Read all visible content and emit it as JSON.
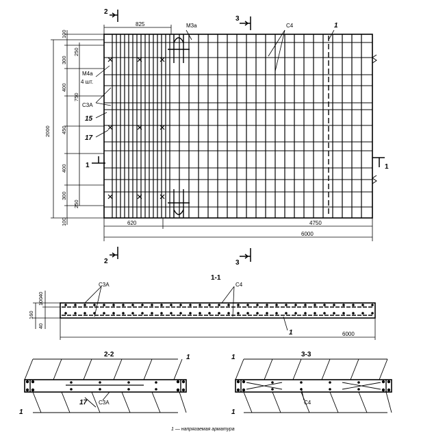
{
  "plan": {
    "sections": {
      "s2": "2",
      "s3": "3",
      "s1": "1"
    },
    "dims_top": {
      "d825": "825",
      "m3a": "М3а"
    },
    "labels": {
      "c4": "С4",
      "one": "1",
      "m4a": "М4а",
      "m4a_qty": "4 шт.",
      "c3a": "С3А",
      "n15": "15",
      "n17": "17"
    },
    "left_dims": {
      "total": "2000",
      "d100a": "100",
      "d250a": "250",
      "d300a": "300",
      "d400a": "400",
      "d750": "750",
      "d450": "450",
      "d400b": "400",
      "d300b": "300",
      "d250b": "250",
      "d100b": "100"
    },
    "bottom_dims": {
      "d620": "620",
      "d4750": "4750",
      "d6000": "6000"
    }
  },
  "section11": {
    "title": "1-1",
    "labels": {
      "c3a": "С3А",
      "c4": "С4",
      "one": "1"
    },
    "dims": {
      "d160": "160",
      "d100": "100",
      "d40a": "40",
      "d40b": "40",
      "d6000": "6000"
    }
  },
  "section22": {
    "title": "2-2",
    "labels": {
      "one_a": "1",
      "one_b": "1",
      "n17": "17",
      "c3a": "С3А"
    }
  },
  "section33": {
    "title": "3-3",
    "labels": {
      "one_a": "1",
      "one_b": "1",
      "c4": "С4"
    }
  },
  "caption": "1 — напрягаемая арматура"
}
